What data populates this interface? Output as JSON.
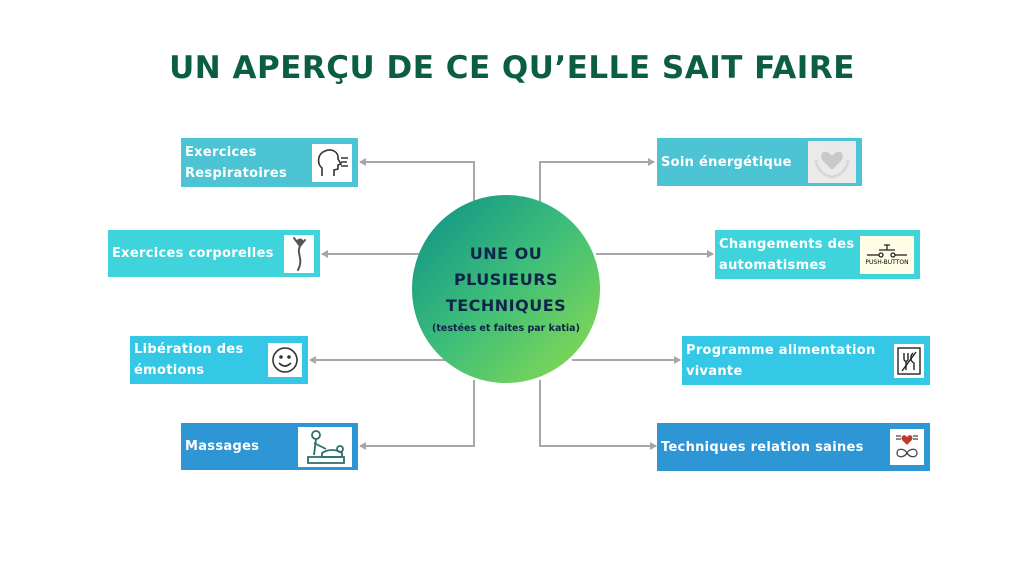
{
  "title": "UN APERÇU DE CE QU’ELLE SAIT FAIRE",
  "center": {
    "title_lines": [
      "UNE OU",
      "PLUSIEURS",
      "TECHNIQUES"
    ],
    "subtitle": "(testées et faites par katia)"
  },
  "left_items": [
    {
      "label": "Exercices Respiratoires",
      "icon": "breathing-head-icon",
      "color": "#4cc4d4"
    },
    {
      "label": "Exercices corporelles",
      "icon": "stretching-figure-icon",
      "color": "#3fd3dc"
    },
    {
      "label": "Libération des émotions",
      "icon": "smiley-face-icon",
      "color": "#35c8e6"
    },
    {
      "label": "Massages",
      "icon": "massage-icon",
      "color": "#2f96d6"
    }
  ],
  "right_items": [
    {
      "label": "Soin énergétique",
      "icon": "heart-hands-icon",
      "color": "#4cc4d4"
    },
    {
      "label": "Changements des automatismes",
      "icon": "push-button-icon",
      "icon_text": "PUSH-BUTTON",
      "color": "#3fd3dc"
    },
    {
      "label": "Programme alimentation vivante",
      "icon": "food-icon",
      "color": "#35c8e6"
    },
    {
      "label": "Techniques relation saines",
      "icon": "relationship-icon",
      "color": "#2f96d6"
    }
  ]
}
